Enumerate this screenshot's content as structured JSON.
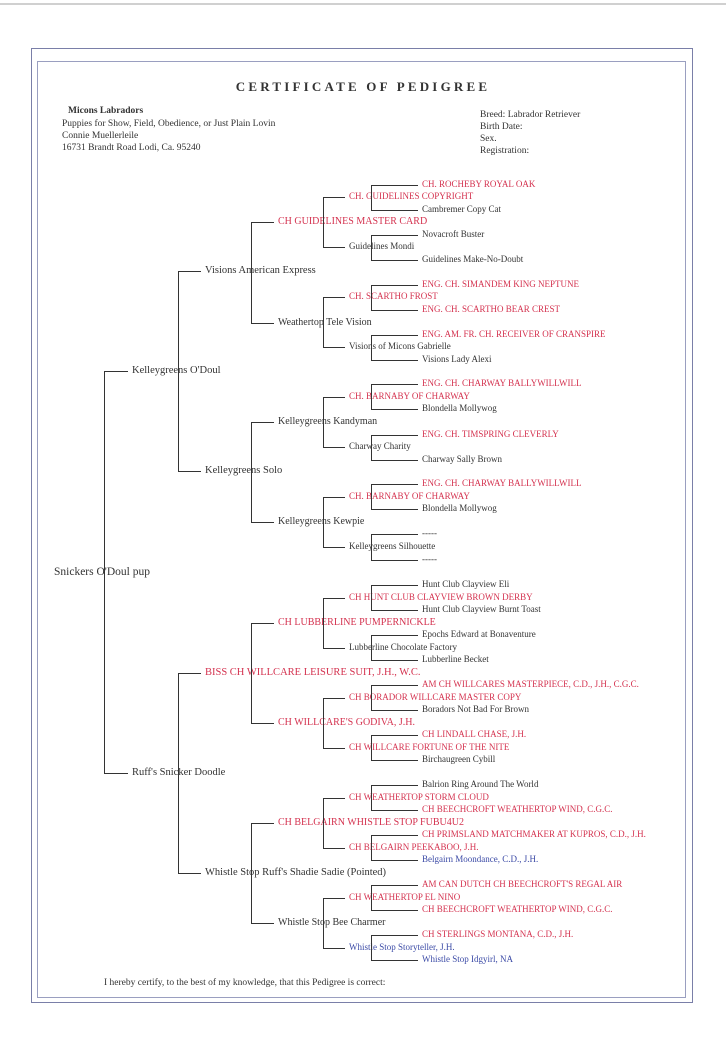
{
  "title": "CERTIFICATE OF PEDIGREE",
  "kennel": {
    "name": "Micons Labradors",
    "line1": "Puppies for Show, Field, Obedience, or Just Plain Lovin",
    "line2": "Connie Muellerleile",
    "line3": "16731 Brandt Road Lodi, Ca. 95240"
  },
  "dog_info": {
    "breed": "Breed: Labrador Retriever",
    "birth_date": "Birth Date:",
    "sex": "Sex.",
    "registration": "Registration:"
  },
  "pedigree": {
    "subject": "Snickers O'Doul pup",
    "sire": "Kelleygreens O'Doul",
    "dam": "Ruff's Snicker Doodle",
    "g3": [
      "Visions American Express",
      "Kelleygreens Solo",
      "BISS CH WILLCARE LEISURE SUIT, J.H., W.C.",
      "Whistle Stop Ruff's Shadie Sadie (Pointed)"
    ],
    "g4": [
      "CH GUIDELINES MASTER CARD",
      "Weathertop Tele Vision",
      "Kelleygreens Kandyman",
      "Kelleygreens Kewpie",
      "CH LUBBERLINE PUMPERNICKLE",
      "CH WILLCARE'S GODIVA, J.H.",
      "CH BELGAIRN WHISTLE STOP FUBU4U2",
      "Whistle Stop Bee Charmer"
    ],
    "g5": [
      "CH. GUIDELINES COPYRIGHT",
      "Guidelines Mondi",
      "CH. SCARTHO FROST",
      "Visions of Micons Gabrielle",
      "CH. BARNABY OF CHARWAY",
      "Charway Charity",
      "CH. BARNABY OF CHARWAY",
      "Kelleygreens Silhouette",
      "CH HUNT CLUB CLAYVIEW BROWN DERBY",
      "Lubberline Chocolate Factory",
      "CH BORADOR WILLCARE MASTER COPY",
      "CH WILLCARE FORTUNE OF THE NITE",
      "CH WEATHERTOP STORM CLOUD",
      "CH BELGAIRN PEEKABOO, J.H.",
      "CH WEATHERTOP EL NINO",
      "Whistle Stop Storyteller, J.H."
    ],
    "g6": [
      "CH. ROCHEBY ROYAL OAK",
      "Cambremer Copy Cat",
      "Novacroft Buster",
      "Guidelines Make-No-Doubt",
      "ENG. CH. SIMANDEM KING NEPTUNE",
      "ENG. CH. SCARTHO BEAR CREST",
      "ENG. AM. FR. CH. RECEIVER OF CRANSPIRE",
      "Visions Lady Alexi",
      "ENG. CH. CHARWAY BALLYWILLWILL",
      "Blondella Mollywog",
      "ENG. CH. TIMSPRING CLEVERLY",
      "Charway Sally Brown",
      "ENG. CH. CHARWAY BALLYWILLWILL",
      "Blondella Mollywog",
      "-----",
      "-----",
      "Hunt Club Clayview Eli",
      "Hunt Club Clayview Burnt Toast",
      "Epochs Edward at Bonaventure",
      "Lubberline Becket",
      "AM CH WILLCARES MASTERPIECE, C.D., J.H., C.G.C.",
      "Boradors Not Bad For Brown",
      "CH LINDALL CHASE, J.H.",
      "Birchaugreen Cybill",
      "Balrion Ring Around The World",
      "CH BEECHCROFT WEATHERTOP WIND, C.G.C.",
      "CH PRIMSLAND MATCHMAKER AT KUPROS, C.D., J.H.",
      "Belgairn Moondance, C.D., J.H.",
      "AM CAN DUTCH CH BEECHCROFT'S REGAL AIR",
      "CH BEECHCROFT WEATHERTOP WIND, C.G.C.",
      "CH STERLINGS MONTANA, C.D., J.H.",
      "Whistle Stop Idgyirl, NA"
    ]
  },
  "footer": "I hereby certify, to the best of my knowledge, that this Pedigree is correct:",
  "colors": {
    "champion": "#d4324f",
    "blue_name": "#3b4aa6",
    "ink": "#333333",
    "frame": "#7a7fa8"
  }
}
